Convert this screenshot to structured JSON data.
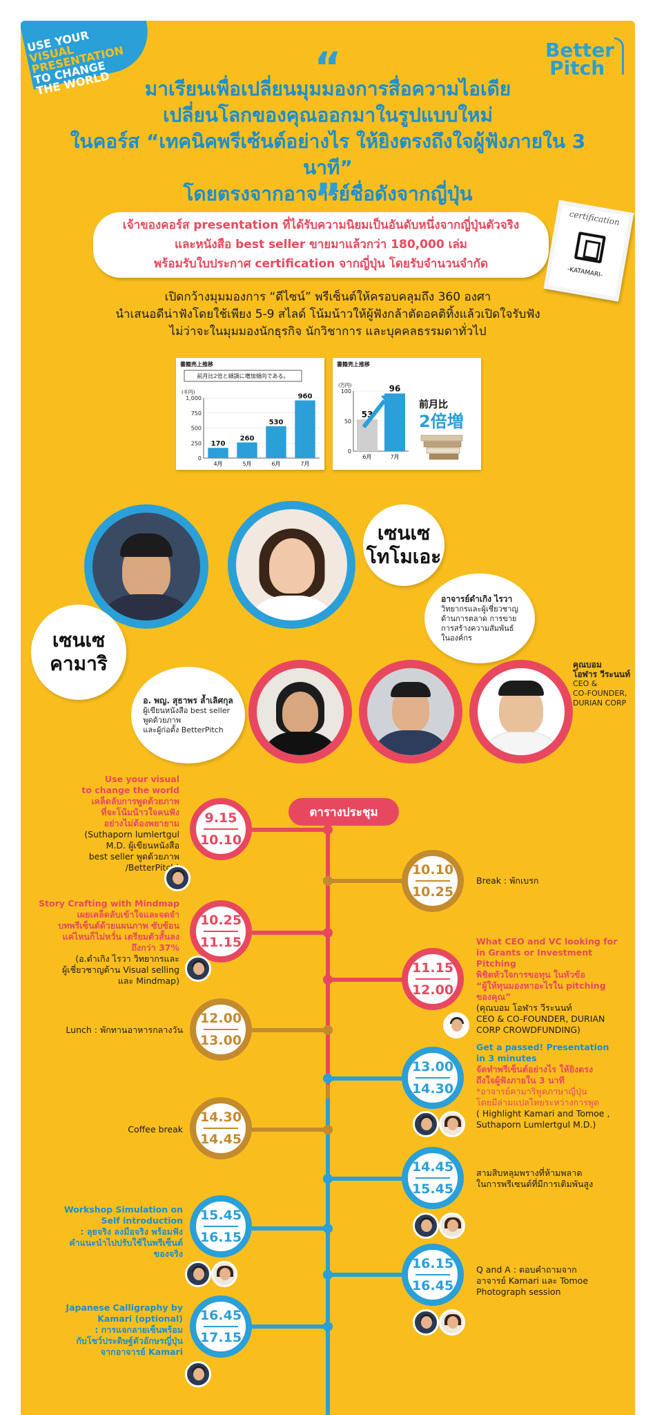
{
  "corner": {
    "lines": [
      "USE YOUR",
      "VISUAL",
      "PRESENTATION",
      "TO CHANGE",
      "THE WORLD"
    ]
  },
  "logo": {
    "line1": "Better",
    "line2": "Pitch"
  },
  "quote_open": "“",
  "quote_close": "”",
  "headline": [
    "มาเรียนเพื่อเปลี่ยนมุมมองการสื่อความไอเดีย",
    "เปลี่ยนโลกของคุณออกมาในรูปแบบใหม่",
    "ในคอร์ส “เทคนิคพรีเซ้นต์อย่างไร ให้ยิงตรงถึงใจผู้ฟังภายใน 3 นาที”",
    "โดยตรงจากอาจารย์ชื่อดังจากญี่ปุ่น"
  ],
  "promo": [
    "เจ้าของคอร์ส presentation ที่ได้รับความนิยมเป็นอันดับหนึ่งจากญี่ปุ่นตัวจริง",
    "และหนังสือ best seller ขายมาแล้วกว่า 180,000 เล่ม",
    "พร้อมรับใบประกาศ  certification จากญี่ปุ่น โดยรับจำนวนจำกัด"
  ],
  "certificate": {
    "title": "certification",
    "name": "-KATAMARI-"
  },
  "intro": [
    "เปิดกว้างมุมมองการ “ดีไซน์” พรีเซ็นต์ให้ครอบคลุมถึง 360 องศา",
    "นำเสนอดีน่าฟังโดยใช้เพียง 5-9 สไลด์ โน้มน้าวให้ผู้ฟังกล้าตัดอคติทิ้งแล้วเปิดใจรับฟัง",
    "ไม่ว่าจะในมุมมองนักธุรกิจ นักวิชาการ และบุคคลธรรมดาทั่วไป"
  ],
  "chart_data": [
    {
      "type": "bar",
      "title": "書籍売上推移",
      "subtitle": "前月比2倍と順調に増加傾向である。",
      "ylabel": "(千円)",
      "categories": [
        "4月",
        "5月",
        "6月",
        "7月"
      ],
      "values": [
        170,
        260,
        530,
        960
      ],
      "yticks": [
        0,
        250,
        500,
        750,
        1000
      ],
      "ylim": [
        0,
        1000
      ],
      "color": "#2a9fd8"
    },
    {
      "type": "bar",
      "title": "書籍売上推移",
      "ylabel": "(万円)",
      "categories": [
        "6月",
        "7月"
      ],
      "values": [
        53,
        96
      ],
      "yticks": [
        0,
        50,
        100
      ],
      "ylim": [
        0,
        100
      ],
      "side_label_1": "前月比",
      "side_label_2": "2倍増",
      "colors": [
        "#cfcfcf",
        "#2a9fd8"
      ]
    }
  ],
  "speakers": {
    "kamari": "เซนเซ\nคามาริ",
    "tomoe": "เซนเซ\nโทโมเอะ",
    "damkoeng": {
      "name": "อาจารย์ดำเกิง ไรวา",
      "desc": "วิทยากรและผู้เชี่ยวชาญ\nด้านการตลาด การขาย\nการสร้างความสัมพันธ์\nในองค์กร"
    },
    "suthaporn": {
      "name": "อ. พญ. สุธาพร ล้ำเลิศกุล",
      "desc": "ผู้เขียนหนังสือ best seller\nพูดด้วยภาพ\nและผู้ก่อตั้ง BetterPitch"
    },
    "ohpart": {
      "name": "คุณบอม\nโอฬาร วีระนนท์",
      "desc": "CEO &\nCO-FOUNDER,\nDURIAN CORP"
    }
  },
  "schedule_title": "ตารางประชุม",
  "colors": {
    "yellow": "#f9be1d",
    "blue": "#2a9fd8",
    "red": "#e8485f",
    "brown": "#c48a2e"
  },
  "sessions": [
    {
      "start": "9.15",
      "end": "10.10",
      "title": "Use your visual\nto change the world",
      "sub": "เคล็ดลับการพูดด้วยภาพ\nที่จะโน้มน้าวใจคนฟัง\nอย่างไม่ต้องพยายาม",
      "note": "(Suthaporn lumlertgul\nM.D. ผู้เขียนหนังสือ\nbest seller พูดด้วยภาพ\n/BetterPitch)"
    },
    {
      "start": "10.10",
      "end": "10.25",
      "title": "Break : พักเบรก"
    },
    {
      "start": "10.25",
      "end": "11.15",
      "title": "Story Crafting with Mindmap",
      "sub": "เผยเคล็ดลับเข้าใจและจดจำ\nบทพรีเซ็นต์ด้วยแผนภาพ ซับซ้อน\nแค่ไหนก็ไม่หวั่น เตรียมตัวสั้นลง\nถึงกว่า 37%",
      "note": "(อ.ดำเกิง ไรวา วิทยากรและ\nผู้เชี่ยวชาญด้าน Visual selling\nและ Mindmap)"
    },
    {
      "start": "11.15",
      "end": "12.00",
      "title": "What CEO and VC looking for\nin Grants or Investment Pitching",
      "sub": "พิชิตหัวใจการขอทุน ในหัวข้อ\n“ผู้ให้ทุนมองหาอะไรใน pitching\nของคุณ”",
      "note": "(คุณบอม โอฬาร วีระนนท์\nCEO & CO-FOUNDER, DURIAN\nCORP CROWDFUNDING)"
    },
    {
      "start": "12.00",
      "end": "13.00",
      "title": "Lunch : พักทานอาหารกลางวัน"
    },
    {
      "start": "13.00",
      "end": "14.30",
      "title": "Get  a passed! Presentation\nin 3 minutes",
      "sub": "จัดทำพรีเซ็นต์อย่างไร ให้ยิงตรง\nถึงใจผู้ฟังภายใน 3 นาที",
      "note": "*อาจารย์คามาริพูดภาษาญี่ปุ่น\nโดยมีล่ามแปลไทยระหว่างการพูด",
      "note2": "( Highlight Kamari and Tomoe ,\nSuthaporn Lumlertgul M.D.)"
    },
    {
      "start": "14.30",
      "end": "14.45",
      "title": "Coffee break"
    },
    {
      "start": "14.45",
      "end": "15.45",
      "sub": "สามสิบหลุมพรางที่ห้ามพลาด\nในการพรีเซนต์ที่มีการเติมพันสูง"
    },
    {
      "start": "15.45",
      "end": "16.15",
      "title": "Workshop Simulation on\nSelf introduction",
      "sub": ": ลุยจริง ลงมือจริง พร้อมฟัง\nคำแนะนำไปปรับใช้ในพรีเซ็นต์\nของจริง"
    },
    {
      "start": "16.15",
      "end": "16.45",
      "sub": "Q and A : ตอบคำถามจาก\nอาจารย์ Kamari และ Tomoe\nPhotograph session"
    },
    {
      "start": "16.45",
      "end": "17.15",
      "title": "Japanese Calligraphy by\nKamari (optional)",
      "sub": ": การแจกลายเซ็นพร้อม\nกับโชว์ประดิษฐ์ตัวอักษรญี่ปุ่น\nจากอาจารย์ Kamari"
    }
  ]
}
